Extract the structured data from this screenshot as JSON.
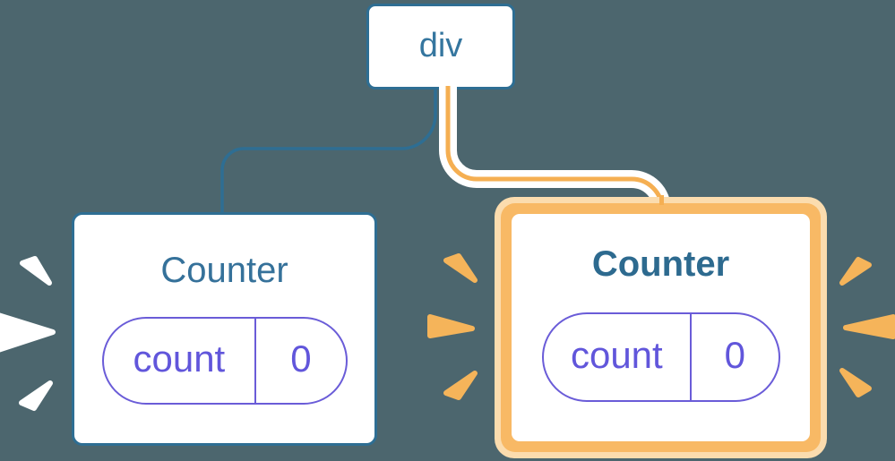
{
  "diagram_title": "component-tree-rerender-diagram",
  "background_color": "#4C666E",
  "tree": {
    "root": {
      "label": "div"
    },
    "children": [
      {
        "id": "left",
        "title": "Counter",
        "highlighted": false,
        "state_pill": {
          "key": "count",
          "value": "0"
        }
      },
      {
        "id": "right",
        "title": "Counter",
        "highlighted": true,
        "state_pill": {
          "key": "count",
          "value": "0"
        }
      }
    ]
  },
  "icons": {
    "left_burst": "sparkle-burst-white (3 rays, left of plain Counter)",
    "right_burst_inner": "sparkle-burst-orange (3 rays, left of highlighted Counter)",
    "right_burst_outer": "sparkle-burst-orange (3 rays, right of highlighted Counter)"
  },
  "colors": {
    "blue_border": "#2E6E93",
    "blue_title_text": "#35719A",
    "root_label_text": "#35769F",
    "purple_border": "#6A5CD8",
    "purple_text": "#6156DB",
    "highlight_orange_core": "#F5AF52",
    "highlight_orange_ring": "#F8B965",
    "highlight_pale_ring": "#FBDCAE",
    "sparkle_white": "#FFFFFF",
    "sparkle_orange": "#F5B45A"
  }
}
